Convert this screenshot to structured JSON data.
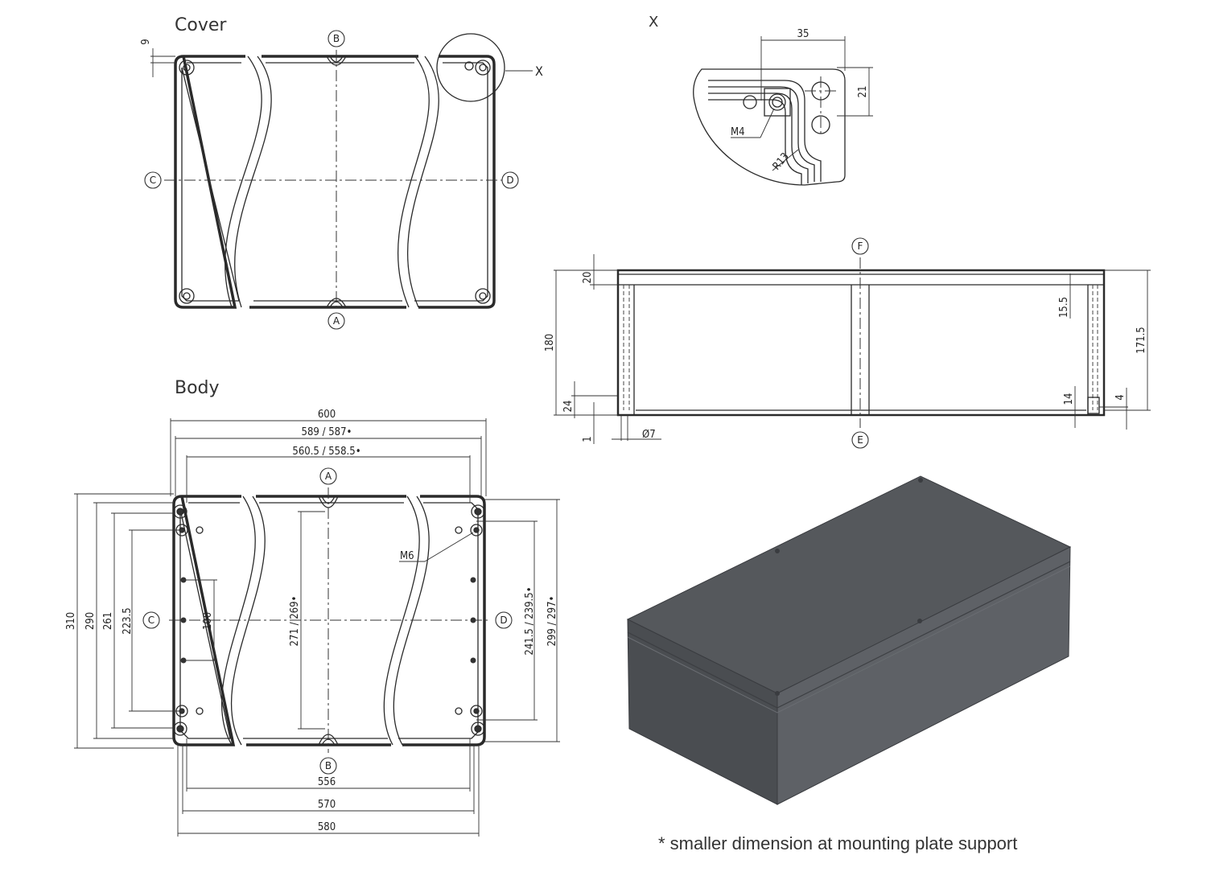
{
  "titles": {
    "cover": "Cover",
    "body": "Body",
    "detail": "X"
  },
  "detail_labels": {
    "x_ref": "X",
    "dim_35": "35",
    "dim_21": "21",
    "m4": "M4",
    "r13": "R13"
  },
  "cover_labels": {
    "dim_9": "9",
    "a": "A",
    "b": "B",
    "c": "C",
    "d": "D"
  },
  "body_dims": {
    "w600": "600",
    "w589": "589 / 587•",
    "w560": "560.5 / 558.5•",
    "w556": "556",
    "w570": "570",
    "w580": "580",
    "h310": "310",
    "h290": "290",
    "h261": "261",
    "h223": "223.5",
    "h100": "100",
    "h271": "271 / 269•",
    "h241": "241.5 / 239.5•",
    "h299": "299 / 297•",
    "m6": "M6",
    "a": "A",
    "b": "B",
    "c": "C",
    "d": "D"
  },
  "section_dims": {
    "d20": "20",
    "d180": "180",
    "d24": "24",
    "d1": "1",
    "d7": "Ø7",
    "d155": "15.5",
    "d1715": "171.5",
    "d14": "14",
    "d4": "4",
    "e": "E",
    "f": "F"
  },
  "footnote": "* smaller dimension at mounting plate support",
  "colors": {
    "line": "#2a2a2a",
    "box_top": "#55585c",
    "box_front": "#4a4d51",
    "box_side": "#5e6166"
  }
}
